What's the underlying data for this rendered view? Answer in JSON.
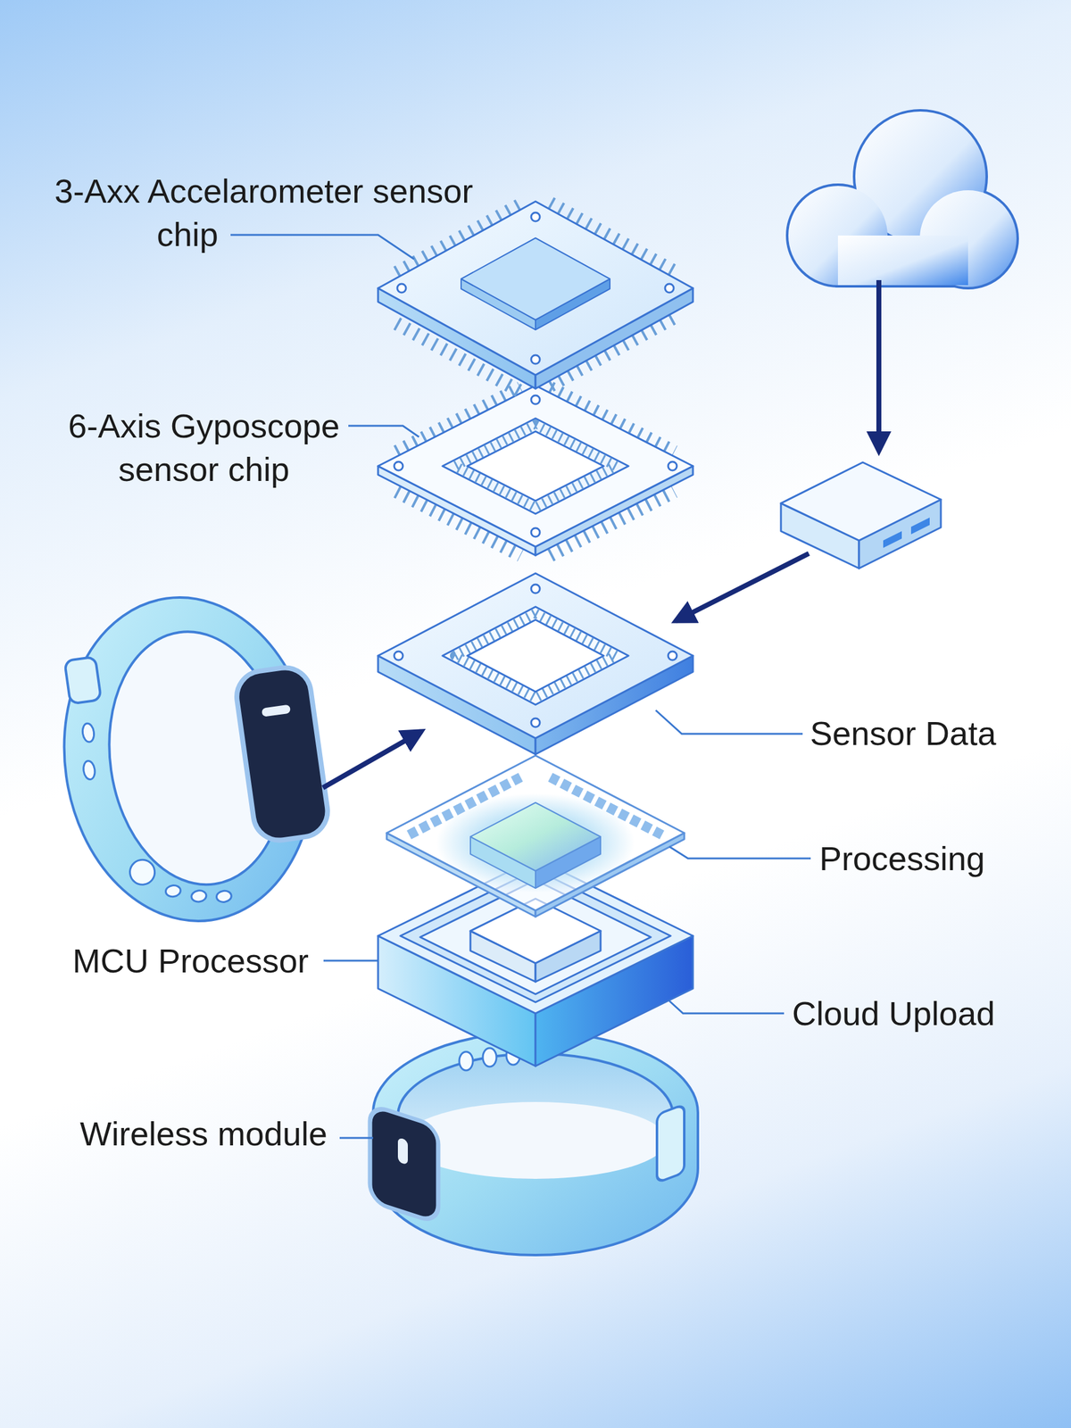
{
  "diagram": {
    "labels": [
      "3-Axx Accelarometer sensor chip",
      "6-Axis Gyposcope sensor chip",
      "Sensor Data",
      "Processing",
      "MCU Processor",
      "Cloud Upload",
      "Wireless module"
    ]
  }
}
